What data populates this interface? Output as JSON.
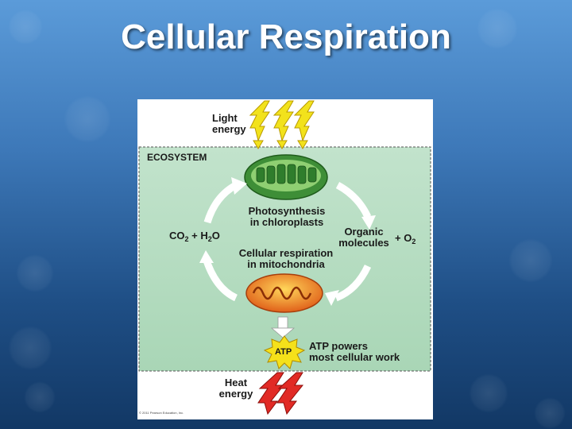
{
  "slide": {
    "title": "Cellular Respiration"
  },
  "diagram": {
    "light_energy": "Light energy",
    "ecosystem": "ECOSYSTEM",
    "photosynthesis": [
      "Photosynthesis",
      "in chloroplasts"
    ],
    "co2_h2o": {
      "co": "CO",
      "co_sub": "2",
      "plus_h": " + H",
      "h_sub": "2",
      "o": "O"
    },
    "organic_molecules": [
      "Organic",
      "molecules"
    ],
    "o2": {
      "plus_o": "+ O",
      "o_sub": "2"
    },
    "cellular_respiration": [
      "Cellular respiration",
      "in mitochondria"
    ],
    "atp": "ATP",
    "atp_powers": [
      "ATP powers",
      "most cellular work"
    ],
    "heat_energy": [
      "Heat",
      "energy"
    ],
    "copyright": "© 2011 Pearson Education, Inc.",
    "colors": {
      "ecosystem_bg": "#b3dcc0",
      "lightning_light": "#f2e21c",
      "lightning_heat": "#e12a25",
      "chloroplast": "#4a9a3c",
      "mitochondrion": "#e8661c",
      "atp_burst": "#f5e11a"
    }
  }
}
